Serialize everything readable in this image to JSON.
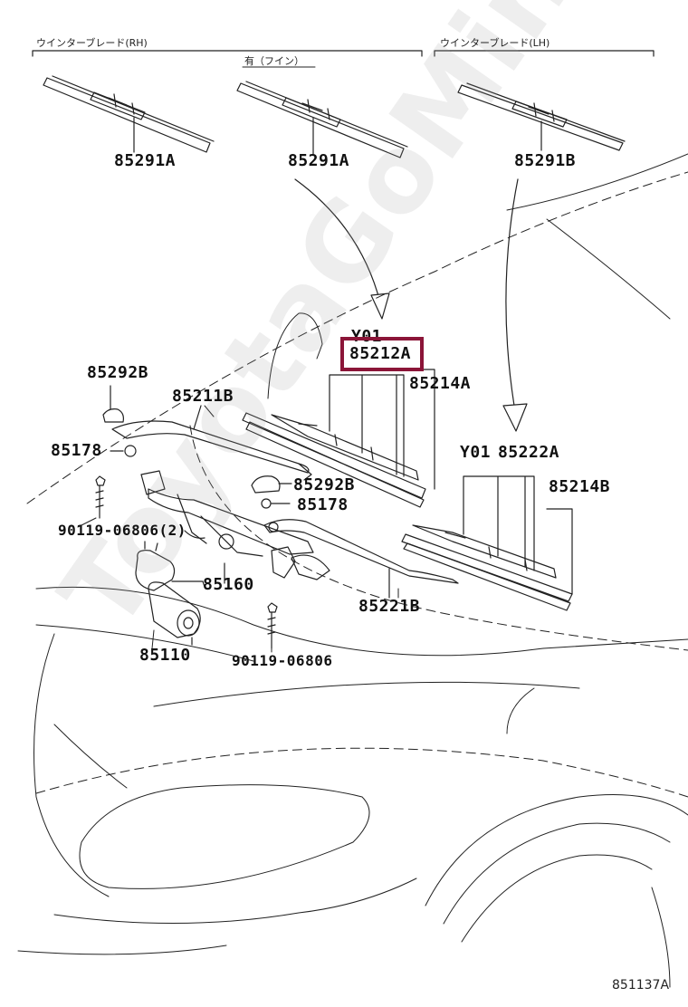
{
  "headers": {
    "rh": "ウインターブレード(RH)",
    "lh": "ウインターブレード(LH)",
    "fin": "有（フイン）"
  },
  "parts": {
    "p85291A_left": "85291A",
    "p85291A_mid": "85291A",
    "p85291B": "85291B",
    "y01_top": "Y01",
    "p85212A": "85212A",
    "p85214A": "85214A",
    "p85292B_top": "85292B",
    "p85211B": "85211B",
    "p85178_left": "85178",
    "p85292B_mid": "85292B",
    "p85178_mid": "85178",
    "bolt_90119_2": "90119-06806(2)",
    "p85160": "85160",
    "p85221B": "85221B",
    "p85110": "85110",
    "bolt_90119": "90119-06806",
    "y01_right": "Y01",
    "p85222A": "85222A",
    "p85214B": "85214B"
  },
  "highlight_color": "#8b1538",
  "diagram_code": "851137A",
  "watermark": "ToyotaGoMine.ru"
}
